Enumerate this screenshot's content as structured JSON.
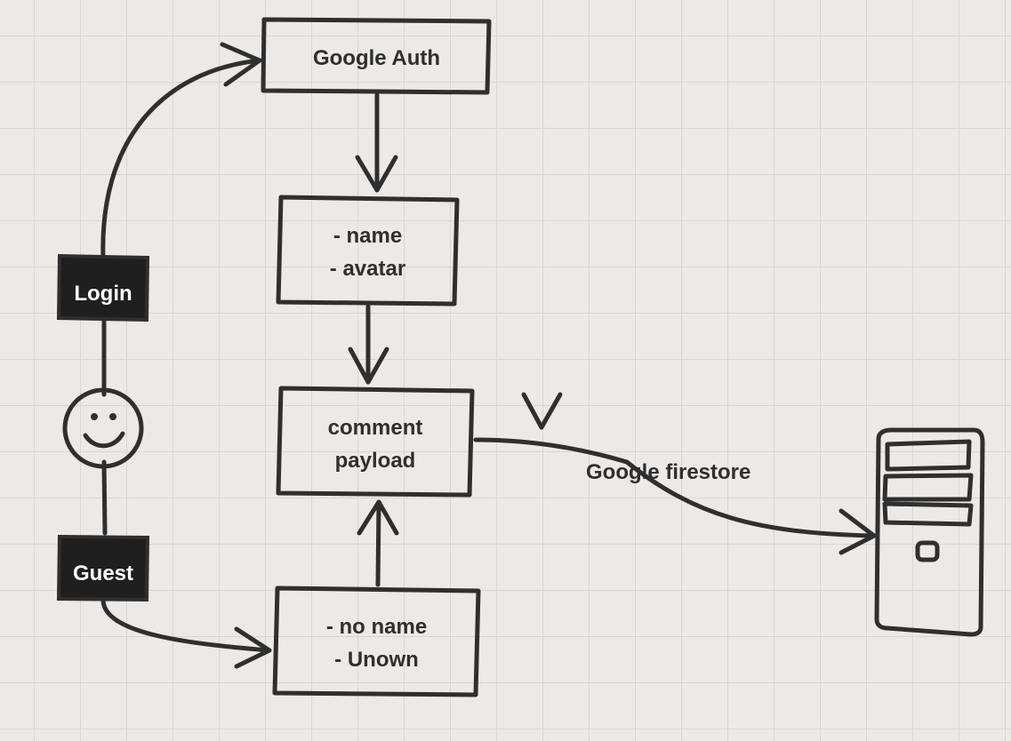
{
  "nodes": {
    "google_auth": {
      "label": "Google Auth"
    },
    "user_data": {
      "line1": "- name",
      "line2": "- avatar"
    },
    "comment_payload": {
      "line1": "comment",
      "line2": "payload"
    },
    "guest_data": {
      "line1": "- no name",
      "line2": "- Unown"
    },
    "login": {
      "label": "Login"
    },
    "guest": {
      "label": "Guest"
    },
    "user": {
      "icon": "smiley-icon"
    },
    "server": {
      "icon": "server-tower-icon"
    }
  },
  "edges": {
    "firestore": {
      "label": "Google firestore"
    }
  },
  "colors": {
    "background": "#ece9e6",
    "stroke": "#2f2f2f",
    "dark_fill": "#1f1f1f",
    "text": "#2f2f2f"
  }
}
